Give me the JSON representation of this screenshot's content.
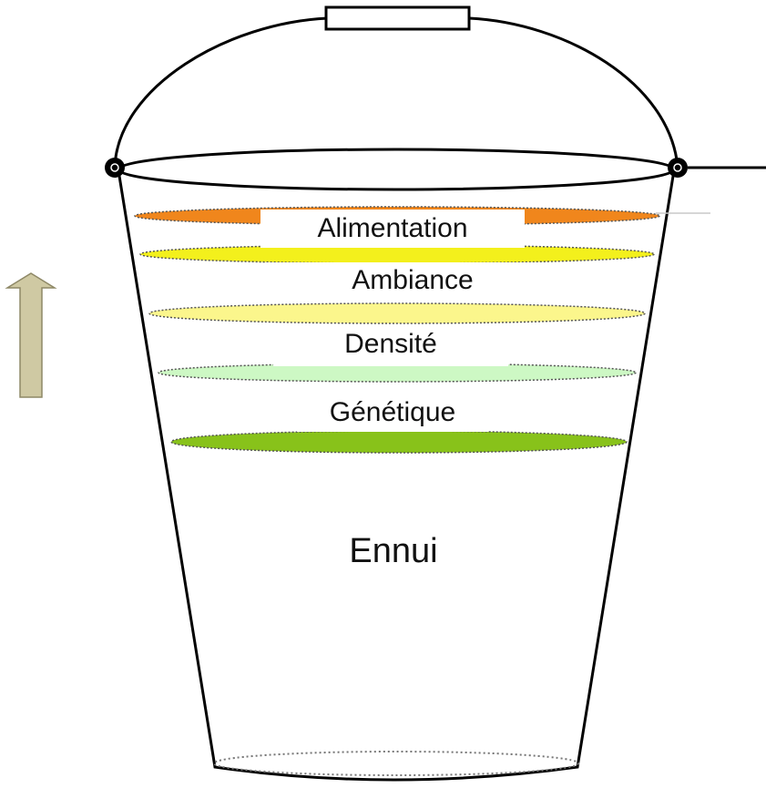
{
  "layers": [
    {
      "label": "Alimentation",
      "color": "#f0861c"
    },
    {
      "label": "Ambiance",
      "color": "#f3f01c"
    },
    {
      "label": "Densité",
      "color": "#fbf68c"
    },
    {
      "label": "Génétique",
      "color": "#cdf8c4"
    },
    {
      "label": "",
      "color": "#88c21a"
    }
  ],
  "base_label": "Ennui",
  "arrow": {
    "direction": "up",
    "color": "#cfc9a3"
  }
}
